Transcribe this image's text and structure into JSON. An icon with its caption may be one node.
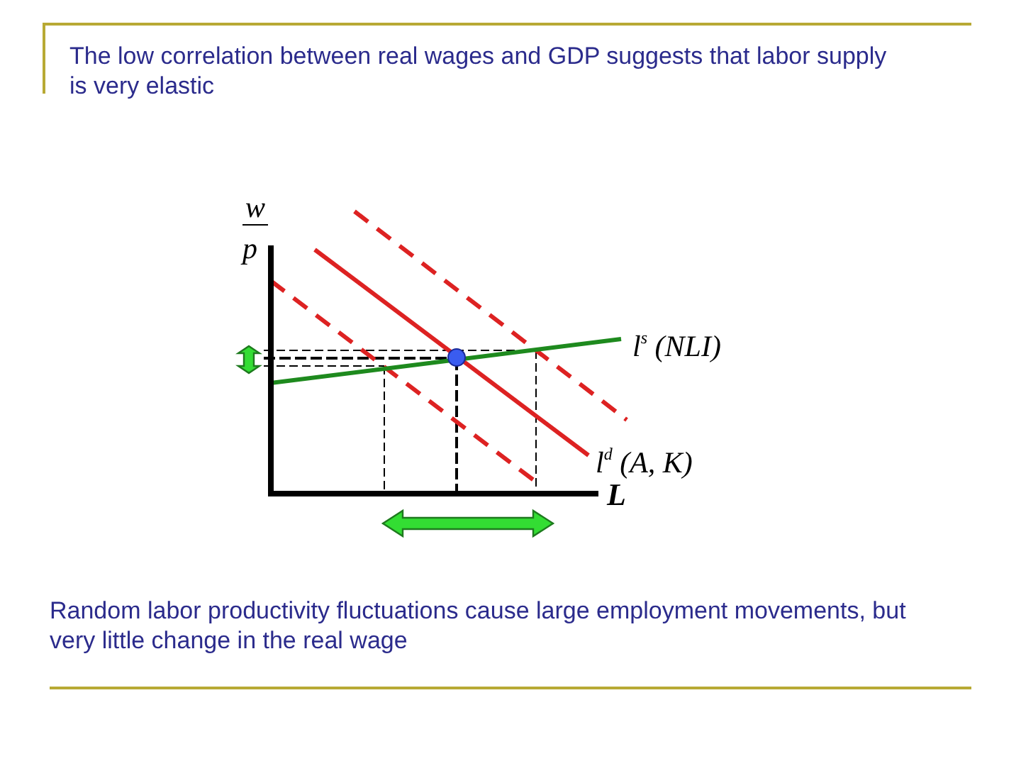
{
  "diagram": {
    "title": "The low correlation between real wages and GDP suggests that labor supply is very elastic",
    "caption": "Random labor productivity fluctuations cause large employment movements, but very little change in the real wage",
    "labels": [
      "w",
      "p",
      "l$^{s}$ (NLI)",
      "l$^{d}$ (A, K)",
      "L"
    ]
  }
}
